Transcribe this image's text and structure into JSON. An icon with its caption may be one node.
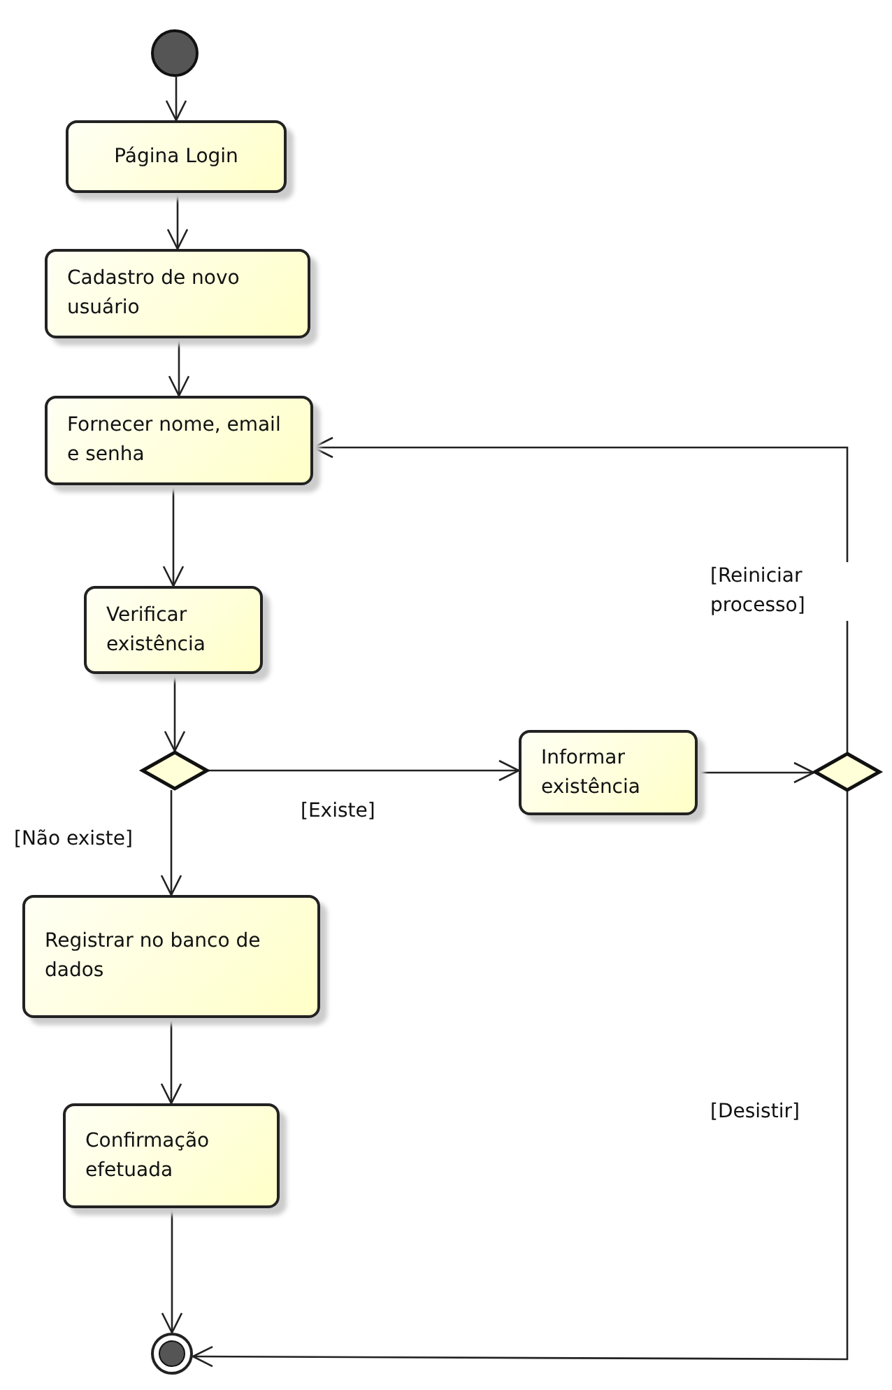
{
  "diagram": {
    "nodes": [
      {
        "text": [],
        "shape": "circle"
      },
      {
        "text": [
          "Página Login"
        ]
      },
      {
        "text": [
          "Cadastro de novo usuário"
        ]
      },
      {
        "text": [
          "Fornecer nome, email e senha"
        ]
      },
      {
        "text": [
          "Verificar existência"
        ]
      },
      {
        "text": [],
        "shape": "diamond"
      },
      {
        "text": [
          "Informar existência"
        ]
      },
      {
        "text": [],
        "shape": "diamond"
      },
      {
        "text": [
          "Registrar no banco de dados"
        ]
      },
      {
        "text": [
          "Confirmação efetuada"
        ]
      },
      {
        "text": [],
        "shape": "circle"
      }
    ],
    "edges": [
      {
        "from": 0,
        "to": 1,
        "arrow": "to"
      },
      {
        "from": 1,
        "to": 2,
        "arrow": "to"
      },
      {
        "from": 2,
        "to": 3,
        "arrow": "to"
      },
      {
        "from": 3,
        "to": 4,
        "arrow": "to"
      },
      {
        "from": 4,
        "to": 5,
        "arrow": "to"
      },
      {
        "from": 5,
        "to": 6,
        "arrow": "to",
        "label": "[Existe]"
      },
      {
        "from": 5,
        "to": 8,
        "arrow": "to",
        "label": "[Não existe]"
      },
      {
        "from": 6,
        "to": 7,
        "arrow": "to"
      },
      {
        "from": 7,
        "to": 3,
        "arrow": "to",
        "label": "[Reiniciar processo]"
      },
      {
        "from": 7,
        "to": 10,
        "arrow": "to",
        "label": "[Desistir]"
      },
      {
        "from": 8,
        "to": 9,
        "arrow": "to"
      },
      {
        "from": 9,
        "to": 10,
        "arrow": "to"
      }
    ]
  }
}
